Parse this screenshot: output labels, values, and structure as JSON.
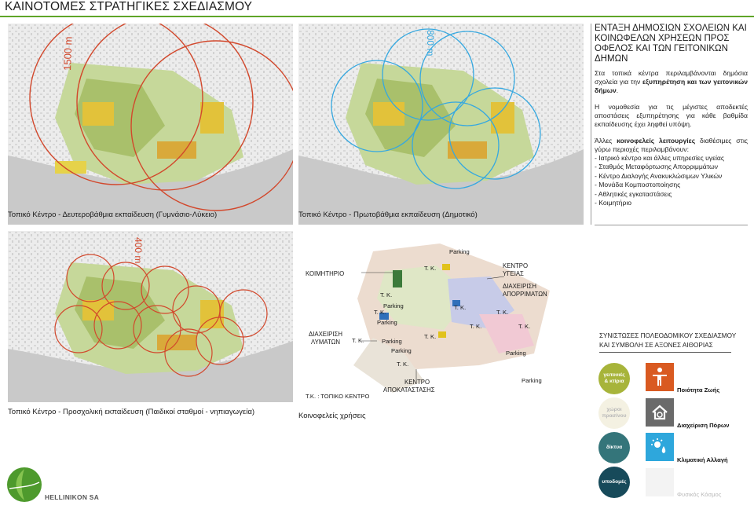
{
  "page": {
    "title": "ΚΑΙΝΟΤΟΜΕΣ ΣΤΡΑΤΗΓΙΚΕΣ ΣΧΕΔΙΑΣΜΟΥ"
  },
  "panels": {
    "secondary": {
      "caption": "Τοπικό Κέντρο - Δευτεροβάθμια εκπαίδευση (Γυμνάσιο-Λύκειο)",
      "radius_label": "1500 m",
      "ring_color": "#d2482c"
    },
    "primary": {
      "caption": "Τοπικό Κέντρο - Πρωτοβάθμια εκπαίδευση (Δημοτικό)",
      "radius_label": "800 m",
      "ring_color": "#35a8e0"
    },
    "preschool": {
      "caption": "Τοπικό Κέντρο - Προσχολική εκπαίδευση (Παιδικοί σταθμοί - νηπιαγωγεία)",
      "radius_label": "400 m",
      "ring_color": "#d2482c"
    },
    "facilities": {
      "caption": "Κοινοφελείς χρήσεις",
      "labels": {
        "cemetery": "ΚΟΙΜΗΤΗΡΙΟ",
        "health_line1": "ΚΕΝΤΡΟ",
        "health_line2": "ΥΓΕΙΑΣ",
        "waste_line1": "ΔΙΑΧΕΙΡΙΣΗ",
        "waste_line2": "ΑΠΟΡΡΙΜΑΤΩΝ",
        "sewage_line1": "ΔΙΑΧΕΙΡΙΣΗ",
        "sewage_line2": "ΛΥΜΑΤΩΝ",
        "rehab_line1": "ΚΕΝΤΡΟ",
        "rehab_line2": "ΑΠΟΚΑΤΑΣΤΑΣΗΣ",
        "tk_legend": "Τ.Κ. : ΤΟΠΙΚΟ ΚΕΝΤΡΟ",
        "tk": "Τ. Κ.",
        "parking": "Parking"
      }
    }
  },
  "right_column": {
    "heading": "ΕΝΤΑΞΗ ΔΗΜΟΣΙΩΝ ΣΧΟΛΕΙΩΝ ΚΑΙ ΚΟΙΝΩΦΕΛΩΝ ΧΡΗΣΕΩΝ ΠΡΟΣ ΟΦΕΛΟΣ ΚΑΙ ΤΩΝ ΓΕΙΤΟΝΙΚΩΝ ΔΗΜΩΝ",
    "p1_text": "Στα τοπικά κέντρα περιλαμβάνονται δημόσια σχολεία για την ",
    "p1_bold": "εξυπηρέτηση και των γειτονικών δήμων",
    "p1_end": ".",
    "p2": "Η νομοθεσία για τις μέγιστες αποδεκτές αποστάσεις εξυπηρέτησης για κάθε βαθμίδα εκπαίδευσης έχει ληφθεί υπόψη.",
    "p3_pre": "Άλλες ",
    "p3_bold": "κοινοφελείς λειτουργίες",
    "p3_post": " διαθέσιμες στις γύρω περιοχές περιλαμβάνουν:",
    "list": [
      "- Ιατρικό κέντρο και άλλες υπηρεσίες υγείας",
      "- Σταθμός Μεταφόρτωσης Απορριμμάτων",
      "- Κέντρο Διαλογής Ανακυκλώσιμων Υλικών",
      "- Μονάδα Κομποστοποίησης",
      "- Αθλητικές εγκαταστάσεις",
      "- Κοιμητήριο"
    ]
  },
  "legend": {
    "heading_line1": "ΣΥΝΙΣΤΩΣΕΣ ΠΟΛΕΟΔΟΜΙΚΟΥ ΣΧΕΔΙΑΣΜΟΥ",
    "heading_line2": "ΚΑΙ ΣΥΜΒΟΛΗ ΣΕ ΑΞΟΝΕΣ ΑΙΘΟΡΙΑΣ",
    "bubbles": [
      {
        "line1": "γειτονιές",
        "line2": "& κτίρια",
        "color": "#a7b43a"
      },
      {
        "line1": "χώροι",
        "line2": "πρασίνου",
        "color": "#f4f1e2"
      },
      {
        "line1": "δίκτυα",
        "line2": "",
        "color": "#34757a"
      },
      {
        "line1": "υποδομές",
        "line2": "",
        "color": "#174a5a"
      }
    ],
    "axes": [
      {
        "label": "Ποιότητα Ζωής",
        "icon": "person-icon",
        "color": "#d95a21"
      },
      {
        "label": "Διαχείριση Πόρων",
        "icon": "house-cycle-icon",
        "color": "#6a6a6a"
      },
      {
        "label": "Κλιματική Αλλαγή",
        "icon": "sun-drop-icon",
        "color": "#2ea7dc"
      },
      {
        "label": "Φυσικός Κόσμος",
        "icon": "blank-tile",
        "color": "#f3f3f3"
      }
    ]
  },
  "logo": {
    "text": "HELLINIKON SA",
    "color": "#4e9a2d"
  }
}
